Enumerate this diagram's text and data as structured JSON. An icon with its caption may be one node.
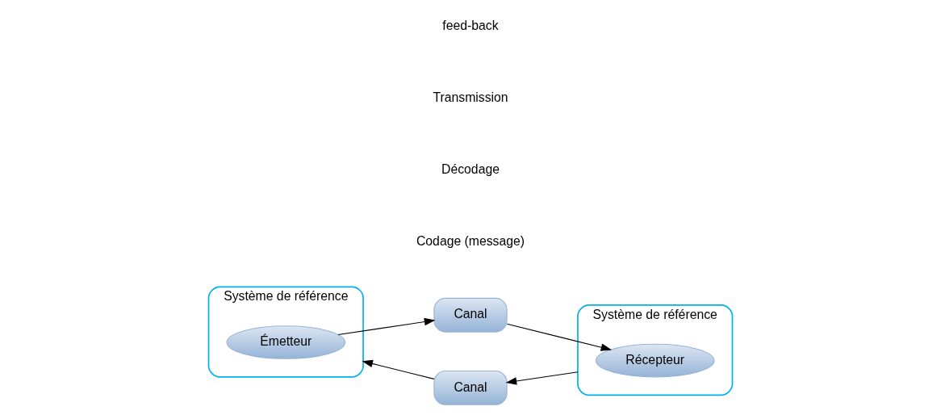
{
  "diagram": {
    "nodes": [
      {
        "text": [
          "Système de référence"
        ]
      },
      {
        "text": [
          "Émetteur"
        ],
        "in": 0
      },
      {
        "text": [
          "Canal"
        ]
      },
      {
        "text": [
          "Système de référence"
        ]
      },
      {
        "text": [
          "Récepteur"
        ],
        "in": 3
      },
      {
        "text": [
          "Canal"
        ]
      }
    ],
    "edges": [
      {
        "from": 1,
        "to": 2,
        "arrow": "to"
      },
      {
        "from": 2,
        "to": 4,
        "arrow": "to"
      },
      {
        "from": 3,
        "to": 5,
        "arrow": "to"
      },
      {
        "from": 5,
        "to": 0,
        "arrow": "to"
      }
    ],
    "labels": [
      "Codage (message)",
      "Décodage",
      "Transmission",
      "feed-back"
    ]
  }
}
